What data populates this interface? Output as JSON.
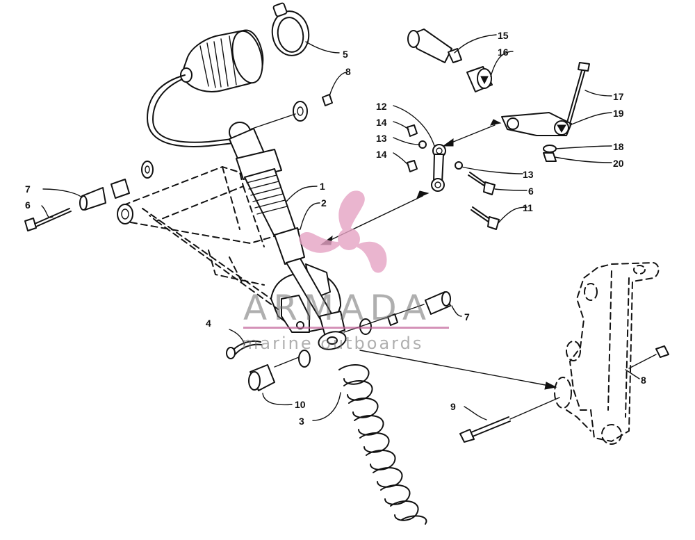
{
  "watermark": {
    "title": "ARMADA",
    "subtitle": "marine outboards",
    "accent_color": "#e6a3c4",
    "line_color": "#c2649a",
    "icon": "propeller-logo-icon"
  },
  "callouts": {
    "c1": "1",
    "c2": "2",
    "c3": "3",
    "c4": "4",
    "c5": "5",
    "c6a": "6",
    "c6b": "6",
    "c7a": "7",
    "c7b": "7",
    "c8a": "8",
    "c8b": "8",
    "c9": "9",
    "c10": "10",
    "c11": "11",
    "c12": "12",
    "c13a": "13",
    "c13b": "13",
    "c14a": "14",
    "c14b": "14",
    "c15": "15",
    "c16": "16",
    "c17": "17",
    "c18": "18",
    "c19": "19",
    "c20": "20"
  }
}
